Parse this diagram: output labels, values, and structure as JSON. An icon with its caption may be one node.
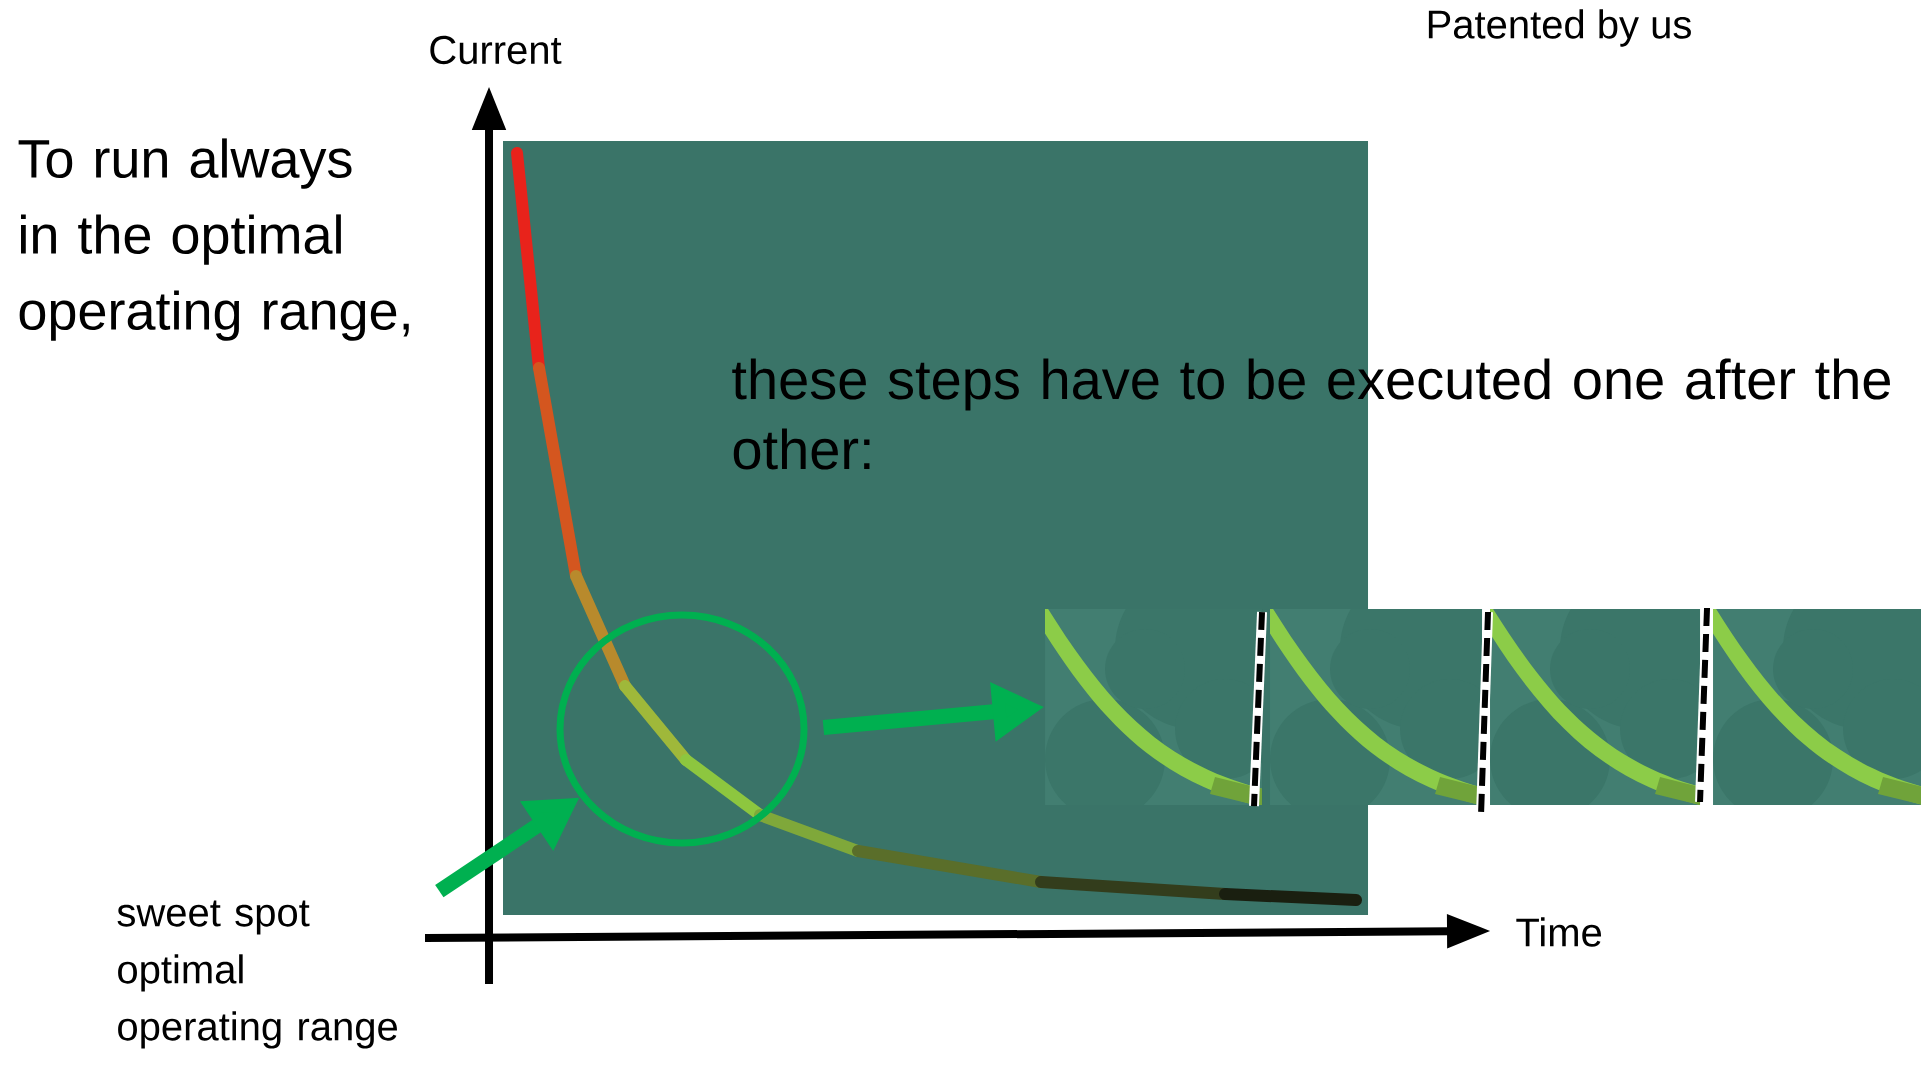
{
  "diagram": {
    "nodes": [
      {
        "text": [
          "sweet spot optimal operating range"
        ]
      },
      {
        "text": [],
        "shape": "circle"
      },
      {
        "text": [],
        "shape": "picture"
      },
      {
        "text": [],
        "shape": "picture"
      },
      {
        "text": [],
        "shape": "picture"
      },
      {
        "text": [],
        "shape": "picture"
      }
    ],
    "edges": [
      {
        "from": 0,
        "to": 1,
        "arrow": "to"
      },
      {
        "from": 1,
        "to": 2,
        "arrow": "to"
      }
    ],
    "labels": [
      "Current",
      "Patented by us",
      "To run always in the optimal operating range,",
      "these steps have to be executed one after the other:",
      "Time"
    ]
  }
}
